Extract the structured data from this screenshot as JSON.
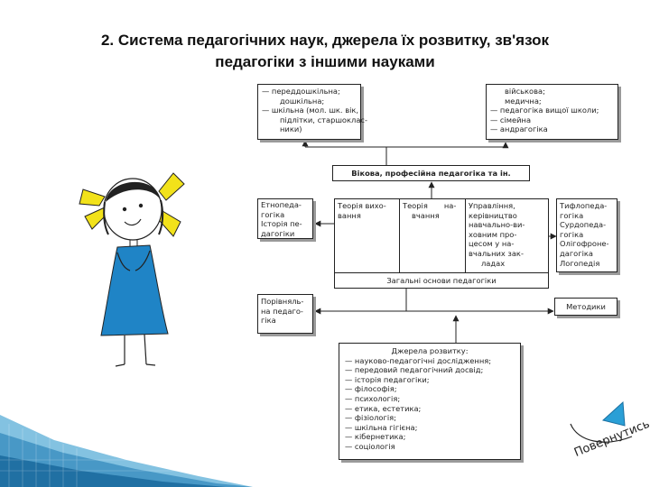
{
  "title": {
    "line1": "2. Система педагогічних наук, джерела їх розвитку, зв'язок",
    "line2": "педагогіки з іншими науками"
  },
  "diagram": {
    "age_groups": [
      "— переддошкільна;",
      "дошкільна;",
      "— шкільна (мол. шк. вік,",
      "підлітки, старшоклас-",
      "ники)"
    ],
    "professional_types": [
      "військова;",
      "медична;",
      "— педагогіка вищої школи;",
      "— сімейна",
      "— андрагогіка"
    ],
    "age_professional": "Вікова, професійна педагогіка та ін.",
    "ethno": [
      "Етнопеда-",
      "гогіка",
      "Історія пе-",
      "дагогіки"
    ],
    "theory_education": [
      "Теорія вихо-",
      "вання"
    ],
    "theory_learning": [
      "Теорія",
      "на-",
      "вчання"
    ],
    "management": [
      "Управління,",
      "керівництво",
      "навчально-ви-",
      "ховним про-",
      "цесом у на-",
      "вчальних зак-",
      "ладах"
    ],
    "special": [
      "Тифлопеда-",
      "гогіка",
      "Сурдопеда-",
      "гогіка",
      "Олігофроне-",
      "дагогіка",
      "Логопедія"
    ],
    "general_foundations": "Загальні основи педагогіки",
    "comparative": [
      "Порівняль-",
      "на педаго-",
      "гіка"
    ],
    "methods": "Методики",
    "sources": {
      "header": "Джерела розвитку:",
      "items": [
        "— науково-педагогічні дослідження;",
        "— передовий педагогічний досвід;",
        "— історія педагогіки;",
        "— філософія;",
        "— психологія;",
        "— етика, естетика;",
        "— фізіологія;",
        "— шкільна гігієна;",
        "— кібернетика;",
        "— соціологія"
      ]
    }
  },
  "nav": {
    "return_label": "Повернутись",
    "return_arrow_color": "#2a9fd6"
  },
  "colors": {
    "girl_dress": "#1f84c6",
    "girl_bows": "#f2e21a",
    "accent_corner": "#1e8fc8"
  }
}
